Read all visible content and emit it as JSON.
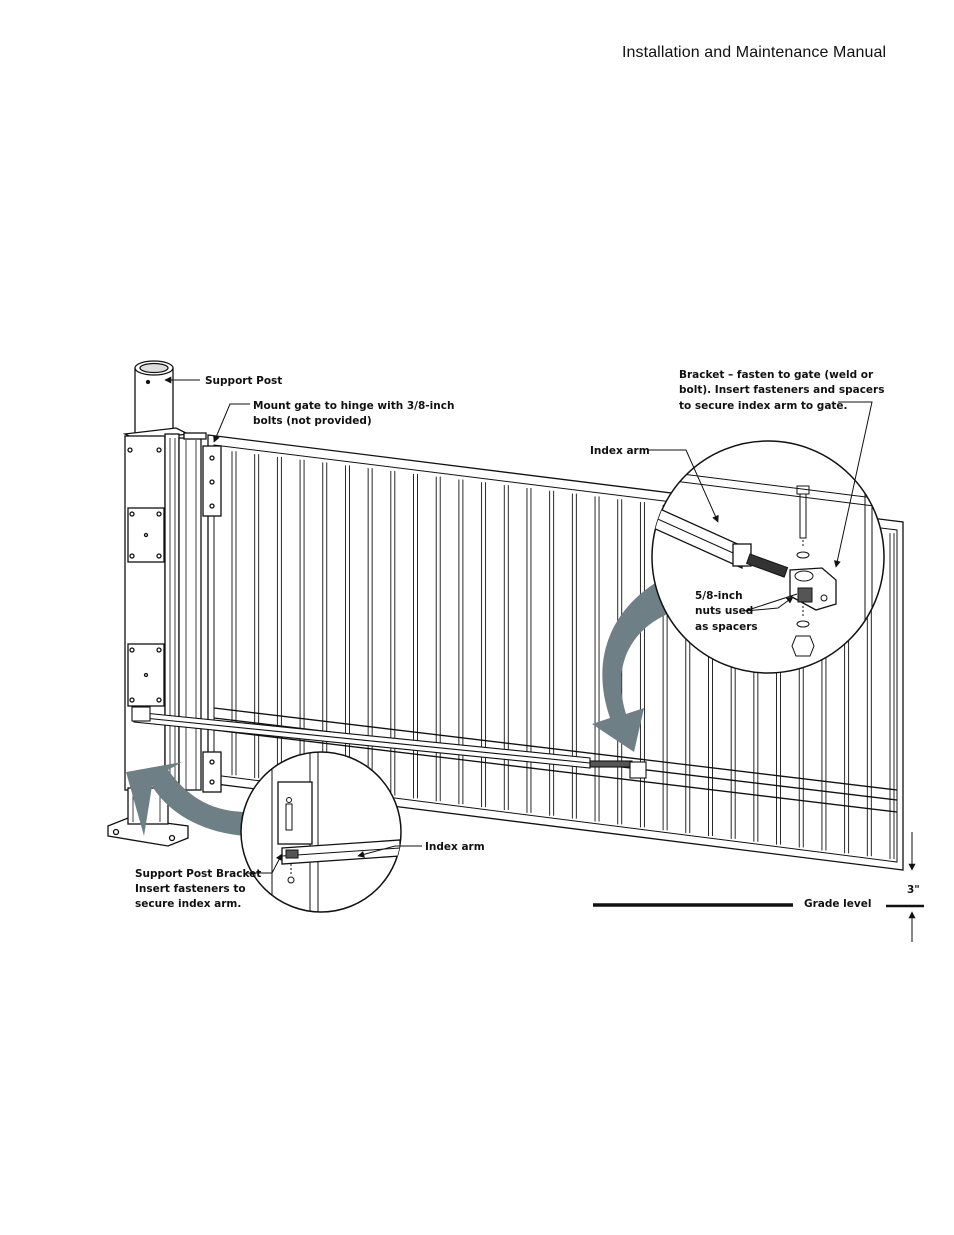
{
  "header": {
    "title": "Installation and Maintenance Manual"
  },
  "labels": {
    "support_post": "Support Post",
    "mount_gate": [
      "Mount gate to hinge with 3/8-inch",
      "bolts (not provided)"
    ],
    "bracket": [
      "Bracket – fasten to gate (weld or",
      "bolt). Insert fasteners and spacers",
      "to secure index arm to gate."
    ],
    "index_arm_top": "Index arm",
    "nuts": [
      "5/8-inch",
      "nuts used",
      "as spacers"
    ],
    "index_arm_bottom": "Index arm",
    "support_post_bracket": [
      "Support Post Bracket",
      "Insert fasteners to",
      "secure index arm."
    ],
    "grade_level": "Grade level",
    "clearance": "3\""
  },
  "colors": {
    "arrow_fill": "#6f7f86",
    "line": "#111111"
  }
}
